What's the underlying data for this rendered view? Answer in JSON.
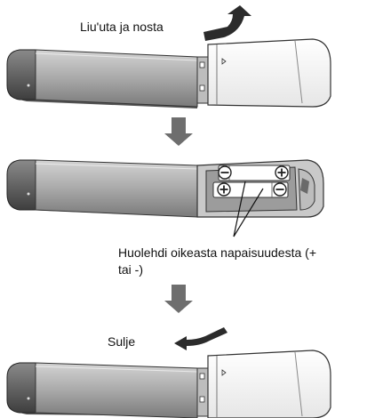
{
  "steps": [
    {
      "caption": "Liu'uta ja nosta"
    },
    {
      "caption_line1": "Huolehdi oikeasta napaisuudesta (+",
      "caption_line2": "tai -)"
    },
    {
      "caption": "Sulje"
    }
  ],
  "polarity": {
    "plus": "+",
    "minus": "−"
  }
}
